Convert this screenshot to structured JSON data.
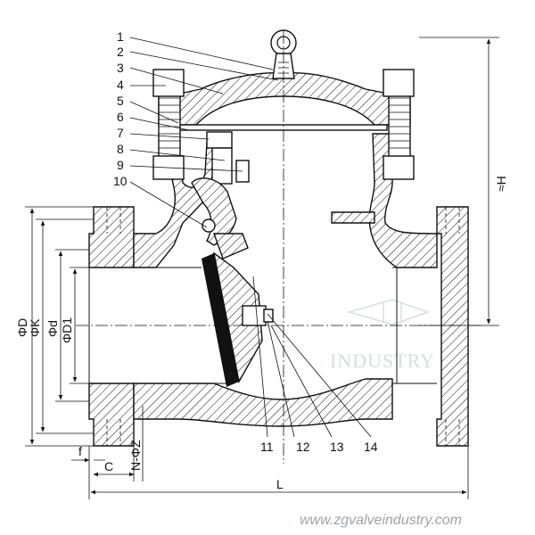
{
  "part_labels": [
    "1",
    "2",
    "3",
    "4",
    "5",
    "6",
    "7",
    "8",
    "9",
    "10",
    "11",
    "12",
    "13",
    "14"
  ],
  "dimensions": {
    "phi_D": "ΦD",
    "phi_K": "ΦK",
    "phi_d": "Φd",
    "phi_D1": "ΦD1",
    "H": "≈H",
    "L": "L",
    "f": "f",
    "C": "C",
    "n_phi_z": "N-ΦZ"
  },
  "watermark": {
    "text": "INDUSTRY"
  },
  "website": "www.zgvalveindustry.com"
}
